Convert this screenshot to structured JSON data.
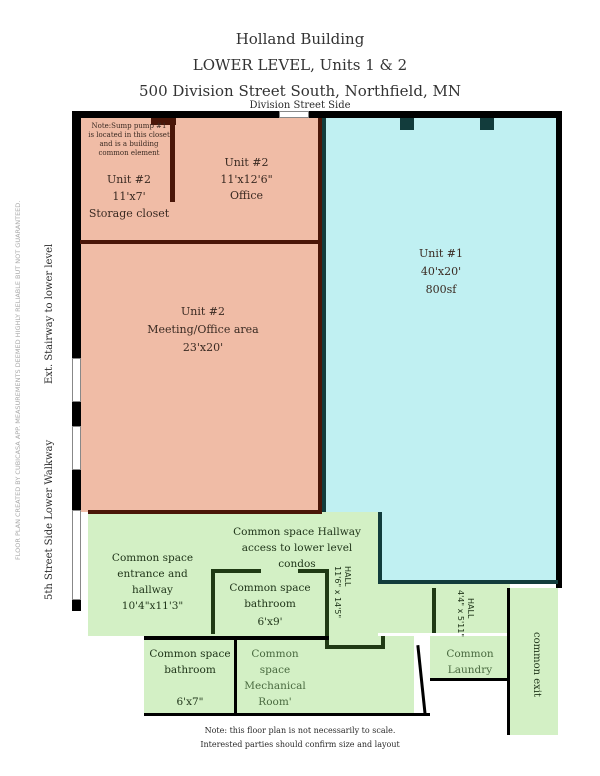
{
  "header": {
    "title": "Holland Building",
    "subtitle": "LOWER LEVEL, Units 1 & 2",
    "address": "500 Division Street South, Northfield, MN",
    "top_side_label": "Division Street Side"
  },
  "side_labels": {
    "stairway": "Ext. Stairway to lower level",
    "walkway": "5th Street Side  Lower Walkway",
    "credit": "FLOOR PLAN CREATED BY CUBICASA APP. MEASUREMENTS DEEMED HIGHLY RELIABLE BUT NOT GUARANTEED."
  },
  "rooms": {
    "storage": {
      "note": "Note:Sump pump #1 is located in this closet and is a building common element",
      "unit": "Unit #2",
      "size": "11'x7'",
      "name": "Storage closet"
    },
    "office": {
      "unit": "Unit #2",
      "size": "11'x12'6\"",
      "name": "Office"
    },
    "meeting": {
      "unit": "Unit #2",
      "name": "Meeting/Office area",
      "size": "23'x20'"
    },
    "unit1": {
      "unit": "Unit #1",
      "size": "40'x20'",
      "area": "800sf"
    },
    "hallway": {
      "name": "Common space Hallway access to lower level condos"
    },
    "entrance": {
      "name": "Common space entrance and hallway",
      "size": "10'4\"x11'3\""
    },
    "bath1": {
      "name": "Common space bathroom",
      "size": "6'x9'"
    },
    "hall1": {
      "name": "HALL",
      "size": "11'6\" x 14'5\""
    },
    "hall2": {
      "name": "HALL",
      "size": "4'4\" x 5'11\""
    },
    "bath2": {
      "name": "Common space bathroom",
      "size": "6'x7\""
    },
    "mechanical": {
      "name": "Common space Mechanical Room'"
    },
    "laundry": {
      "name": "Common Laundry"
    },
    "exit": {
      "name": "common exit"
    }
  },
  "footer": {
    "line1": "Note: this floor plan is not necessarily to scale.",
    "line2": "Interested parties should confirm size and layout"
  }
}
